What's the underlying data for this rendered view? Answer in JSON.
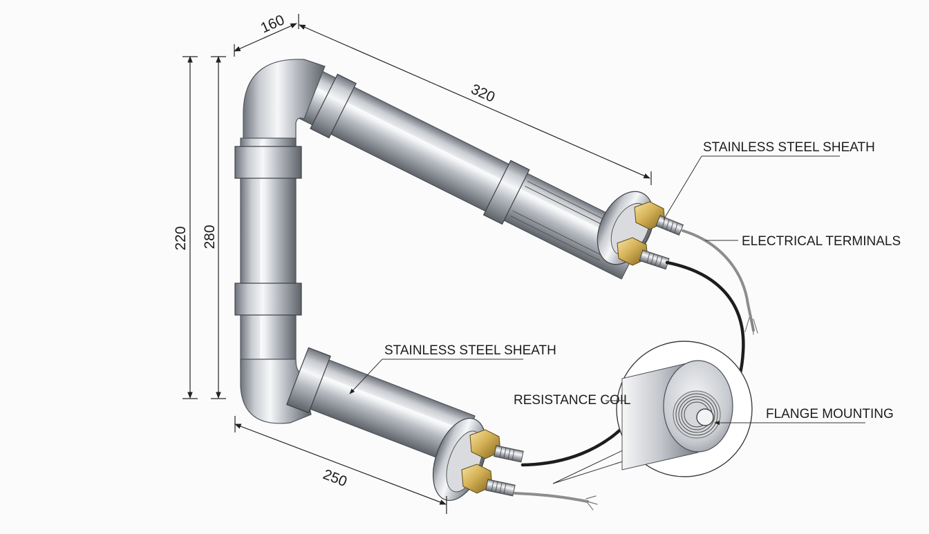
{
  "dimensions": {
    "top_short": "160",
    "top_long": "320",
    "left_outer": "220",
    "left_inner": "280",
    "bottom": "250"
  },
  "labels": {
    "sheath_upper": "STAINLESS STEEL SHEATH",
    "terminals": "ELECTRICAL TERMINALS",
    "sheath_lower": "STAINLESS STEEL SHEATH",
    "coil": "RESISTANCE COIL",
    "flange": "FLANGE MOUNTING"
  },
  "colors": {
    "steel_light": "#f4f5f7",
    "steel_mid": "#b9bdc3",
    "steel_dark": "#70757d",
    "brass_light": "#f3dc8f",
    "brass_dark": "#8a6b1f",
    "wire_dark": "#1d1d1d",
    "wire_light": "#8d8d8d"
  }
}
